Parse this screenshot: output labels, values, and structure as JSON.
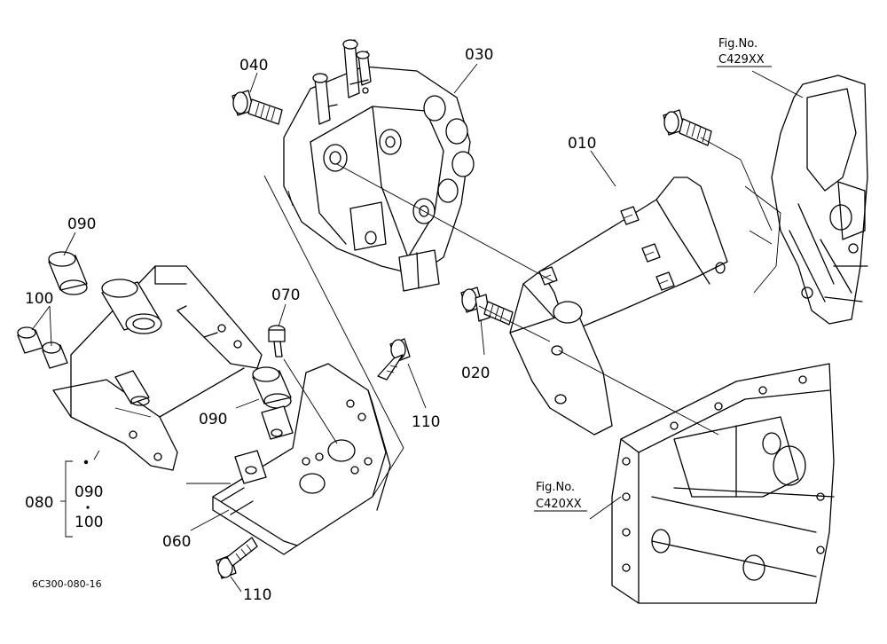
{
  "labels": {
    "p010": "010",
    "p020": "020",
    "p030": "030",
    "p040": "040",
    "p060": "060",
    "p070": "070",
    "p080": "080",
    "p090_top": "090",
    "p090_mid": "090",
    "p090_group": "090",
    "p100_left": "100",
    "p100_group": "100",
    "p110_right": "110",
    "p110_bottom": "110"
  },
  "refs": {
    "fig_label_1": "Fig.No.",
    "fig_code_1": "C429XX",
    "fig_label_2": "Fig.No.",
    "fig_code_2": "C420XX"
  },
  "drawing_code": "6C300-080-16",
  "colors": {
    "ink": "#000000",
    "paper": "#ffffff"
  }
}
